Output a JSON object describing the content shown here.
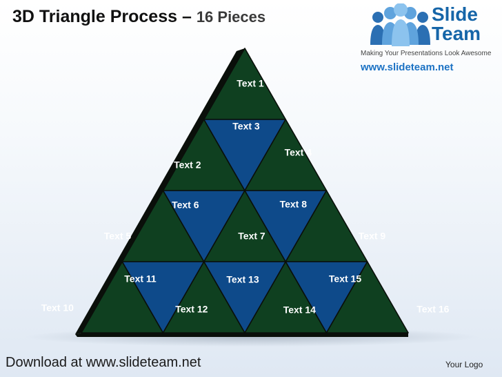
{
  "header": {
    "title": "3D Triangle Process –",
    "subtitle": "16 Pieces"
  },
  "logo": {
    "brand": "Slide\nTeam",
    "tagline": "Making Your Presentations Look Awesome",
    "url": "www.slideteam.net"
  },
  "colors": {
    "green": "#0f4020",
    "blue": "#0e4a8a",
    "edge": "#0a0f0a"
  },
  "pieces": [
    {
      "id": 1,
      "label": "Text 1",
      "color": "green"
    },
    {
      "id": 2,
      "label": "Text 2",
      "color": "green"
    },
    {
      "id": 3,
      "label": "Text 3",
      "color": "blue"
    },
    {
      "id": 4,
      "label": "Text 4",
      "color": "green"
    },
    {
      "id": 5,
      "label": "Text 5",
      "color": "green"
    },
    {
      "id": 6,
      "label": "Text 6",
      "color": "blue"
    },
    {
      "id": 7,
      "label": "Text 7",
      "color": "green"
    },
    {
      "id": 8,
      "label": "Text 8",
      "color": "blue"
    },
    {
      "id": 9,
      "label": "Text 9",
      "color": "green"
    },
    {
      "id": 10,
      "label": "Text 10",
      "color": "green"
    },
    {
      "id": 11,
      "label": "Text 11",
      "color": "blue"
    },
    {
      "id": 12,
      "label": "Text 12",
      "color": "green"
    },
    {
      "id": 13,
      "label": "Text 13",
      "color": "blue"
    },
    {
      "id": 14,
      "label": "Text 14",
      "color": "green"
    },
    {
      "id": 15,
      "label": "Text 15",
      "color": "blue"
    },
    {
      "id": 16,
      "label": "Text 16",
      "color": "green"
    }
  ],
  "footer": {
    "download_text": "Download at www.slideteam.net",
    "your_logo": "Your Logo"
  }
}
